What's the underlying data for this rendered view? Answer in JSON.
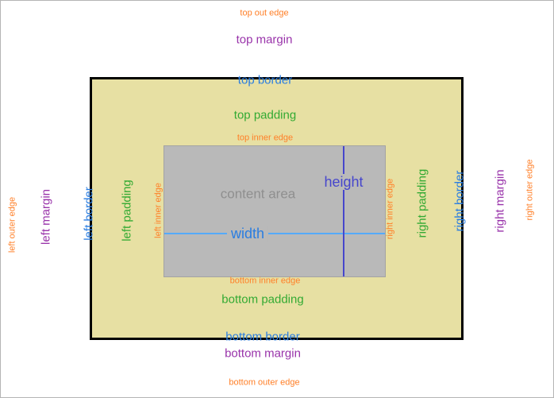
{
  "diagram": {
    "title": "css-box-model-diagram",
    "labels": {
      "top_out_edge": "top out edge",
      "top_margin": "top margin",
      "top_border": "top border",
      "top_padding": "top padding",
      "top_inner_edge": "top inner edge",
      "content_area": "content area",
      "width": "width",
      "height": "height",
      "left_outer_edge": "left outer edge",
      "left_margin": "left margin",
      "left_border": "left border",
      "left_padding": "left padding",
      "left_inner_edge": "left inner edge",
      "right_inner_edge": "right inner edge",
      "right_padding": "right padding",
      "right_border": "right border",
      "right_margin": "right margin",
      "right_outer_edge": "right outer edge",
      "bottom_inner_edge": "bottom inner edge",
      "bottom_padding": "bottom padding",
      "bottom_border": "bottom border",
      "bottom_margin": "bottom margin",
      "bottom_outer_edge": "bottom outer edge"
    },
    "colors": {
      "edge_label": "#ff7f27",
      "margin_label": "#9933aa",
      "border_label": "#2a7de1",
      "padding_label": "#33aa33",
      "width_label": "#2a7de1",
      "width_line": "#55aaff",
      "height_label": "#4646cc",
      "height_line": "#4646cc",
      "content_text": "#8f8f8f",
      "padding_area_bg": "#e7e0a3",
      "content_area_bg": "#b9b9b9",
      "box_border": "#000000",
      "outer_frame": "#b5b5b5"
    }
  }
}
